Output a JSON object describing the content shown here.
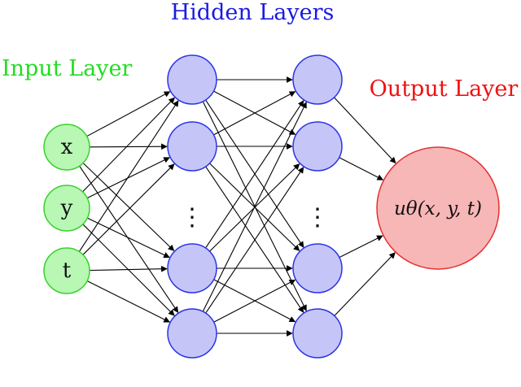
{
  "labels": {
    "hidden": "Hidden Layers",
    "input": "Input Layer",
    "output": "Output Layer"
  },
  "inputs": [
    "x",
    "y",
    "t"
  ],
  "output_node": "uθ(x, y, t)",
  "ellipsis": "⋮",
  "colors": {
    "input_fill": "#b9f7b5",
    "input_stroke": "#39d22b",
    "input_text": "#22dd22",
    "hidden_fill": "#c5c6f7",
    "hidden_stroke": "#2b35e6",
    "hidden_text": "#1b1be0",
    "output_fill": "#f7b7b7",
    "output_stroke": "#e63030",
    "output_text": "#ee1111"
  }
}
